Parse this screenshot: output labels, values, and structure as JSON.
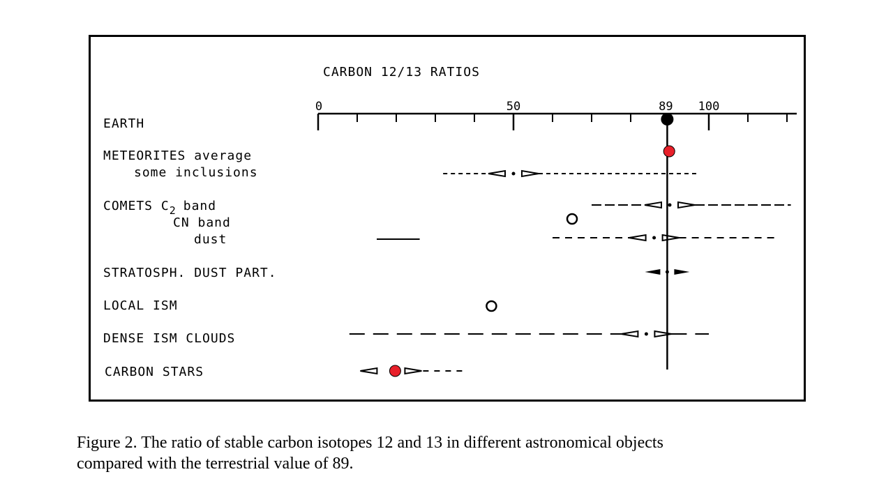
{
  "chart_data": {
    "type": "scatter",
    "title": "CARBON 12/13 RATIOS",
    "xlim": [
      0,
      122
    ],
    "x_ticks": [
      0,
      50,
      89,
      100
    ],
    "x_tick_labels": [
      "0",
      "50",
      "89",
      "100"
    ],
    "reference_value": 89,
    "rows": [
      {
        "label": "EARTH",
        "marker": "filled-circle",
        "value": 89
      },
      {
        "label": "METEORITES average",
        "marker": "red-dot",
        "value": 89.5
      },
      {
        "label": "some inclusions",
        "marker": "range",
        "center": 50,
        "range": [
          32,
          97
        ]
      },
      {
        "label": "COMETS C",
        "subscript": "2",
        "suffix": " band",
        "marker": "range",
        "center": 90,
        "range": [
          70,
          121
        ]
      },
      {
        "label": "CN band",
        "marker": "open-circle",
        "value": 65
      },
      {
        "label": "dust",
        "marker": "range",
        "center": 86,
        "range": [
          60,
          118
        ]
      },
      {
        "label": "dust (solid segment)",
        "marker": "solid-segment",
        "range": [
          15,
          26
        ]
      },
      {
        "label": "STRATOSPH. DUST PART.",
        "marker": "range",
        "center": 89,
        "range": [
          84,
          95
        ]
      },
      {
        "label": "LOCAL ISM",
        "marker": "open-circle",
        "value": 44
      },
      {
        "label": "DENSE ISM CLOUDS",
        "marker": "range",
        "center": 84,
        "range": [
          8,
          100
        ]
      },
      {
        "label": "CARBON STARS",
        "marker": "red-dot-range",
        "value": 19,
        "range": [
          10,
          38
        ]
      }
    ]
  },
  "figure": {
    "caption_line1": "Figure 2.  The ratio of stable carbon isotopes 12 and 13 in different astronomical objects",
    "caption_line2": "compared with the terrestrial value of 89."
  },
  "labels": {
    "earth": "EARTH",
    "meteorites": "METEORITES average",
    "inclusions": "some inclusions",
    "comets_prefix": "COMETS C",
    "comets_sub": "2",
    "comets_band": "band",
    "cn_band": "CN band",
    "dust": "dust",
    "strat": "STRATOSPH. DUST PART.",
    "local_ism": "LOCAL ISM",
    "dense_ism": "DENSE ISM CLOUDS",
    "carbon_stars": "CARBON STARS"
  },
  "colors": {
    "red": "#e8202a",
    "black": "#000000"
  }
}
